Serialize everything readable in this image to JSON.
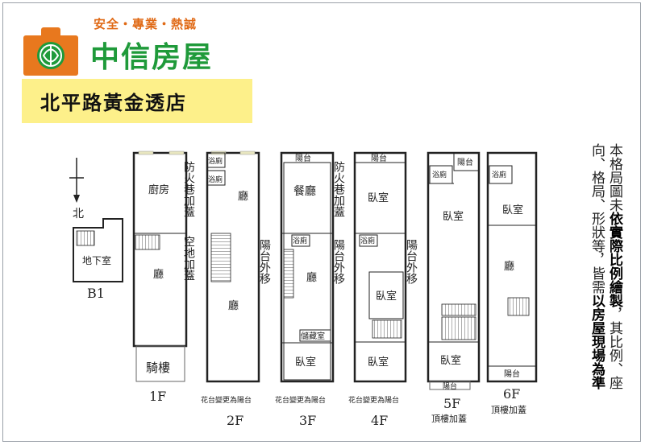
{
  "brand": {
    "slogan": "安全・專業・熱誠",
    "name": "中信房屋",
    "branch": "北平路黃金透店",
    "colors": {
      "orange": "#e8781e",
      "green": "#1f9a3a",
      "yellow": "#fdf08a"
    }
  },
  "disclaimer": {
    "col1": "本格局圖未",
    "col1_bold": "依實際比例繪製",
    "col1_tail": "，其比例、座",
    "col2": "向、格局、形狀等，皆需",
    "col2_bold": "以房屋現場為準"
  },
  "compass": {
    "label": "北"
  },
  "floors": {
    "b1": {
      "label": "B1",
      "rooms": [
        "地下室"
      ]
    },
    "f1": {
      "label": "1F",
      "rooms": [
        "廚房",
        "廳",
        "騎樓"
      ],
      "notes": [
        "防火巷加蓋",
        "空地加蓋"
      ]
    },
    "f2": {
      "label": "2F",
      "rooms": [
        "浴廁",
        "浴廁",
        "廳",
        "廳"
      ],
      "notes": [
        "陽台外移"
      ],
      "footnote": "花台變更為陽台"
    },
    "f3": {
      "label": "3F",
      "rooms": [
        "陽台",
        "餐廳",
        "浴廁",
        "廳",
        "儲藏室",
        "臥室"
      ],
      "notes": [
        "防火巷加蓋",
        "陽台外移"
      ],
      "footnote": "花台變更為陽台"
    },
    "f4": {
      "label": "4F",
      "rooms": [
        "陽台",
        "臥室",
        "浴廁",
        "臥室",
        "臥室"
      ],
      "notes": [
        "陽台外移"
      ],
      "footnote": "花台變更為陽台"
    },
    "f5": {
      "label": "5F",
      "rooms": [
        "陽台",
        "浴廁",
        "臥室",
        "臥室",
        "陽台"
      ],
      "footnote": "頂樓加蓋"
    },
    "f6": {
      "label": "6F",
      "rooms": [
        "浴廁",
        "臥室",
        "廳",
        "陽台"
      ],
      "footnote": "頂樓加蓋"
    }
  }
}
